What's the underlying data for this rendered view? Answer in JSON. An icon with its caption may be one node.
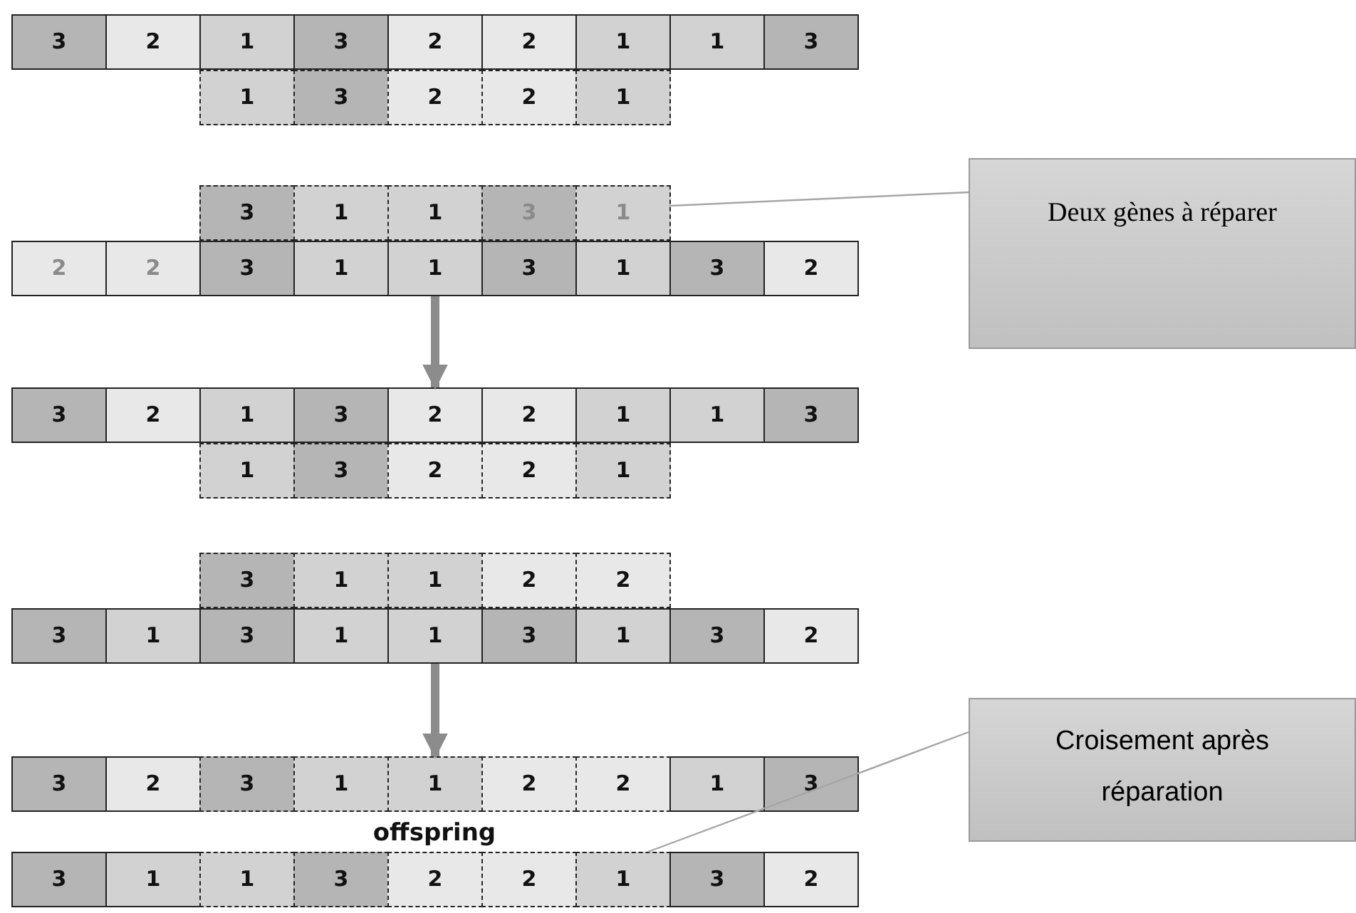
{
  "diagram": {
    "nodes": [
      {
        "text": [
          "3"
        ]
      },
      {
        "text": [
          "2"
        ]
      },
      {
        "text": [
          "1"
        ]
      },
      {
        "text": [
          "3"
        ]
      },
      {
        "text": [
          "2"
        ]
      },
      {
        "text": [
          "2"
        ]
      },
      {
        "text": [
          "1"
        ]
      },
      {
        "text": [
          "1"
        ]
      },
      {
        "text": [
          "3"
        ]
      },
      {
        "text": [
          "1"
        ]
      },
      {
        "text": [
          "3"
        ]
      },
      {
        "text": [
          "2"
        ]
      },
      {
        "text": [
          "2"
        ]
      },
      {
        "text": [
          "1"
        ]
      },
      {
        "text": [
          "3"
        ]
      },
      {
        "text": [
          "1"
        ]
      },
      {
        "text": [
          "1"
        ]
      },
      {
        "text": [
          "3"
        ]
      },
      {
        "text": [
          "1"
        ]
      },
      {
        "text": [
          "2"
        ]
      },
      {
        "text": [
          "2"
        ]
      },
      {
        "text": [
          "3"
        ]
      },
      {
        "text": [
          "1"
        ]
      },
      {
        "text": [
          "1"
        ]
      },
      {
        "text": [
          "3"
        ]
      },
      {
        "text": [
          "1"
        ]
      },
      {
        "text": [
          "3"
        ]
      },
      {
        "text": [
          "2"
        ]
      },
      {
        "text": [
          "3"
        ]
      },
      {
        "text": [
          "2"
        ]
      },
      {
        "text": [
          "1"
        ]
      },
      {
        "text": [
          "3"
        ]
      },
      {
        "text": [
          "2"
        ]
      },
      {
        "text": [
          "2"
        ]
      },
      {
        "text": [
          "1"
        ]
      },
      {
        "text": [
          "1"
        ]
      },
      {
        "text": [
          "3"
        ]
      },
      {
        "text": [
          "1"
        ]
      },
      {
        "text": [
          "3"
        ]
      },
      {
        "text": [
          "2"
        ]
      },
      {
        "text": [
          "2"
        ]
      },
      {
        "text": [
          "1"
        ]
      },
      {
        "text": [
          "3"
        ]
      },
      {
        "text": [
          "1"
        ]
      },
      {
        "text": [
          "1"
        ]
      },
      {
        "text": [
          "2"
        ]
      },
      {
        "text": [
          "2"
        ]
      },
      {
        "text": [
          "3"
        ]
      },
      {
        "text": [
          "1"
        ]
      },
      {
        "text": [
          "3"
        ]
      },
      {
        "text": [
          "1"
        ]
      },
      {
        "text": [
          "1"
        ]
      },
      {
        "text": [
          "3"
        ]
      },
      {
        "text": [
          "1"
        ]
      },
      {
        "text": [
          "3"
        ]
      },
      {
        "text": [
          "2"
        ]
      },
      {
        "text": [
          "3"
        ]
      },
      {
        "text": [
          "2"
        ]
      },
      {
        "text": [
          "3"
        ]
      },
      {
        "text": [
          "1"
        ]
      },
      {
        "text": [
          "1"
        ]
      },
      {
        "text": [
          "2"
        ]
      },
      {
        "text": [
          "2"
        ]
      },
      {
        "text": [
          "1"
        ]
      },
      {
        "text": [
          "3"
        ]
      },
      {
        "text": [
          "3"
        ]
      },
      {
        "text": [
          "1"
        ]
      },
      {
        "text": [
          "1"
        ]
      },
      {
        "text": [
          "3"
        ]
      },
      {
        "text": [
          "2"
        ]
      },
      {
        "text": [
          "2"
        ]
      },
      {
        "text": [
          "1"
        ]
      },
      {
        "text": [
          "3"
        ]
      },
      {
        "text": [
          "2"
        ]
      },
      {
        "text": [
          "Deux gènes à réparer"
        ]
      },
      {
        "text": [
          "Croisement après réparation"
        ]
      }
    ],
    "edges": [
      {
        "from": 74,
        "to": 18,
        "arrow": "none"
      },
      {
        "from": 23,
        "to": 32,
        "arrow": "to",
        "style": "thick"
      },
      {
        "from": 51,
        "to": 60,
        "arrow": "to",
        "style": "thick"
      },
      {
        "from": 75,
        "to": 71,
        "arrow": "none"
      }
    ],
    "labels": [
      "offspring"
    ]
  }
}
